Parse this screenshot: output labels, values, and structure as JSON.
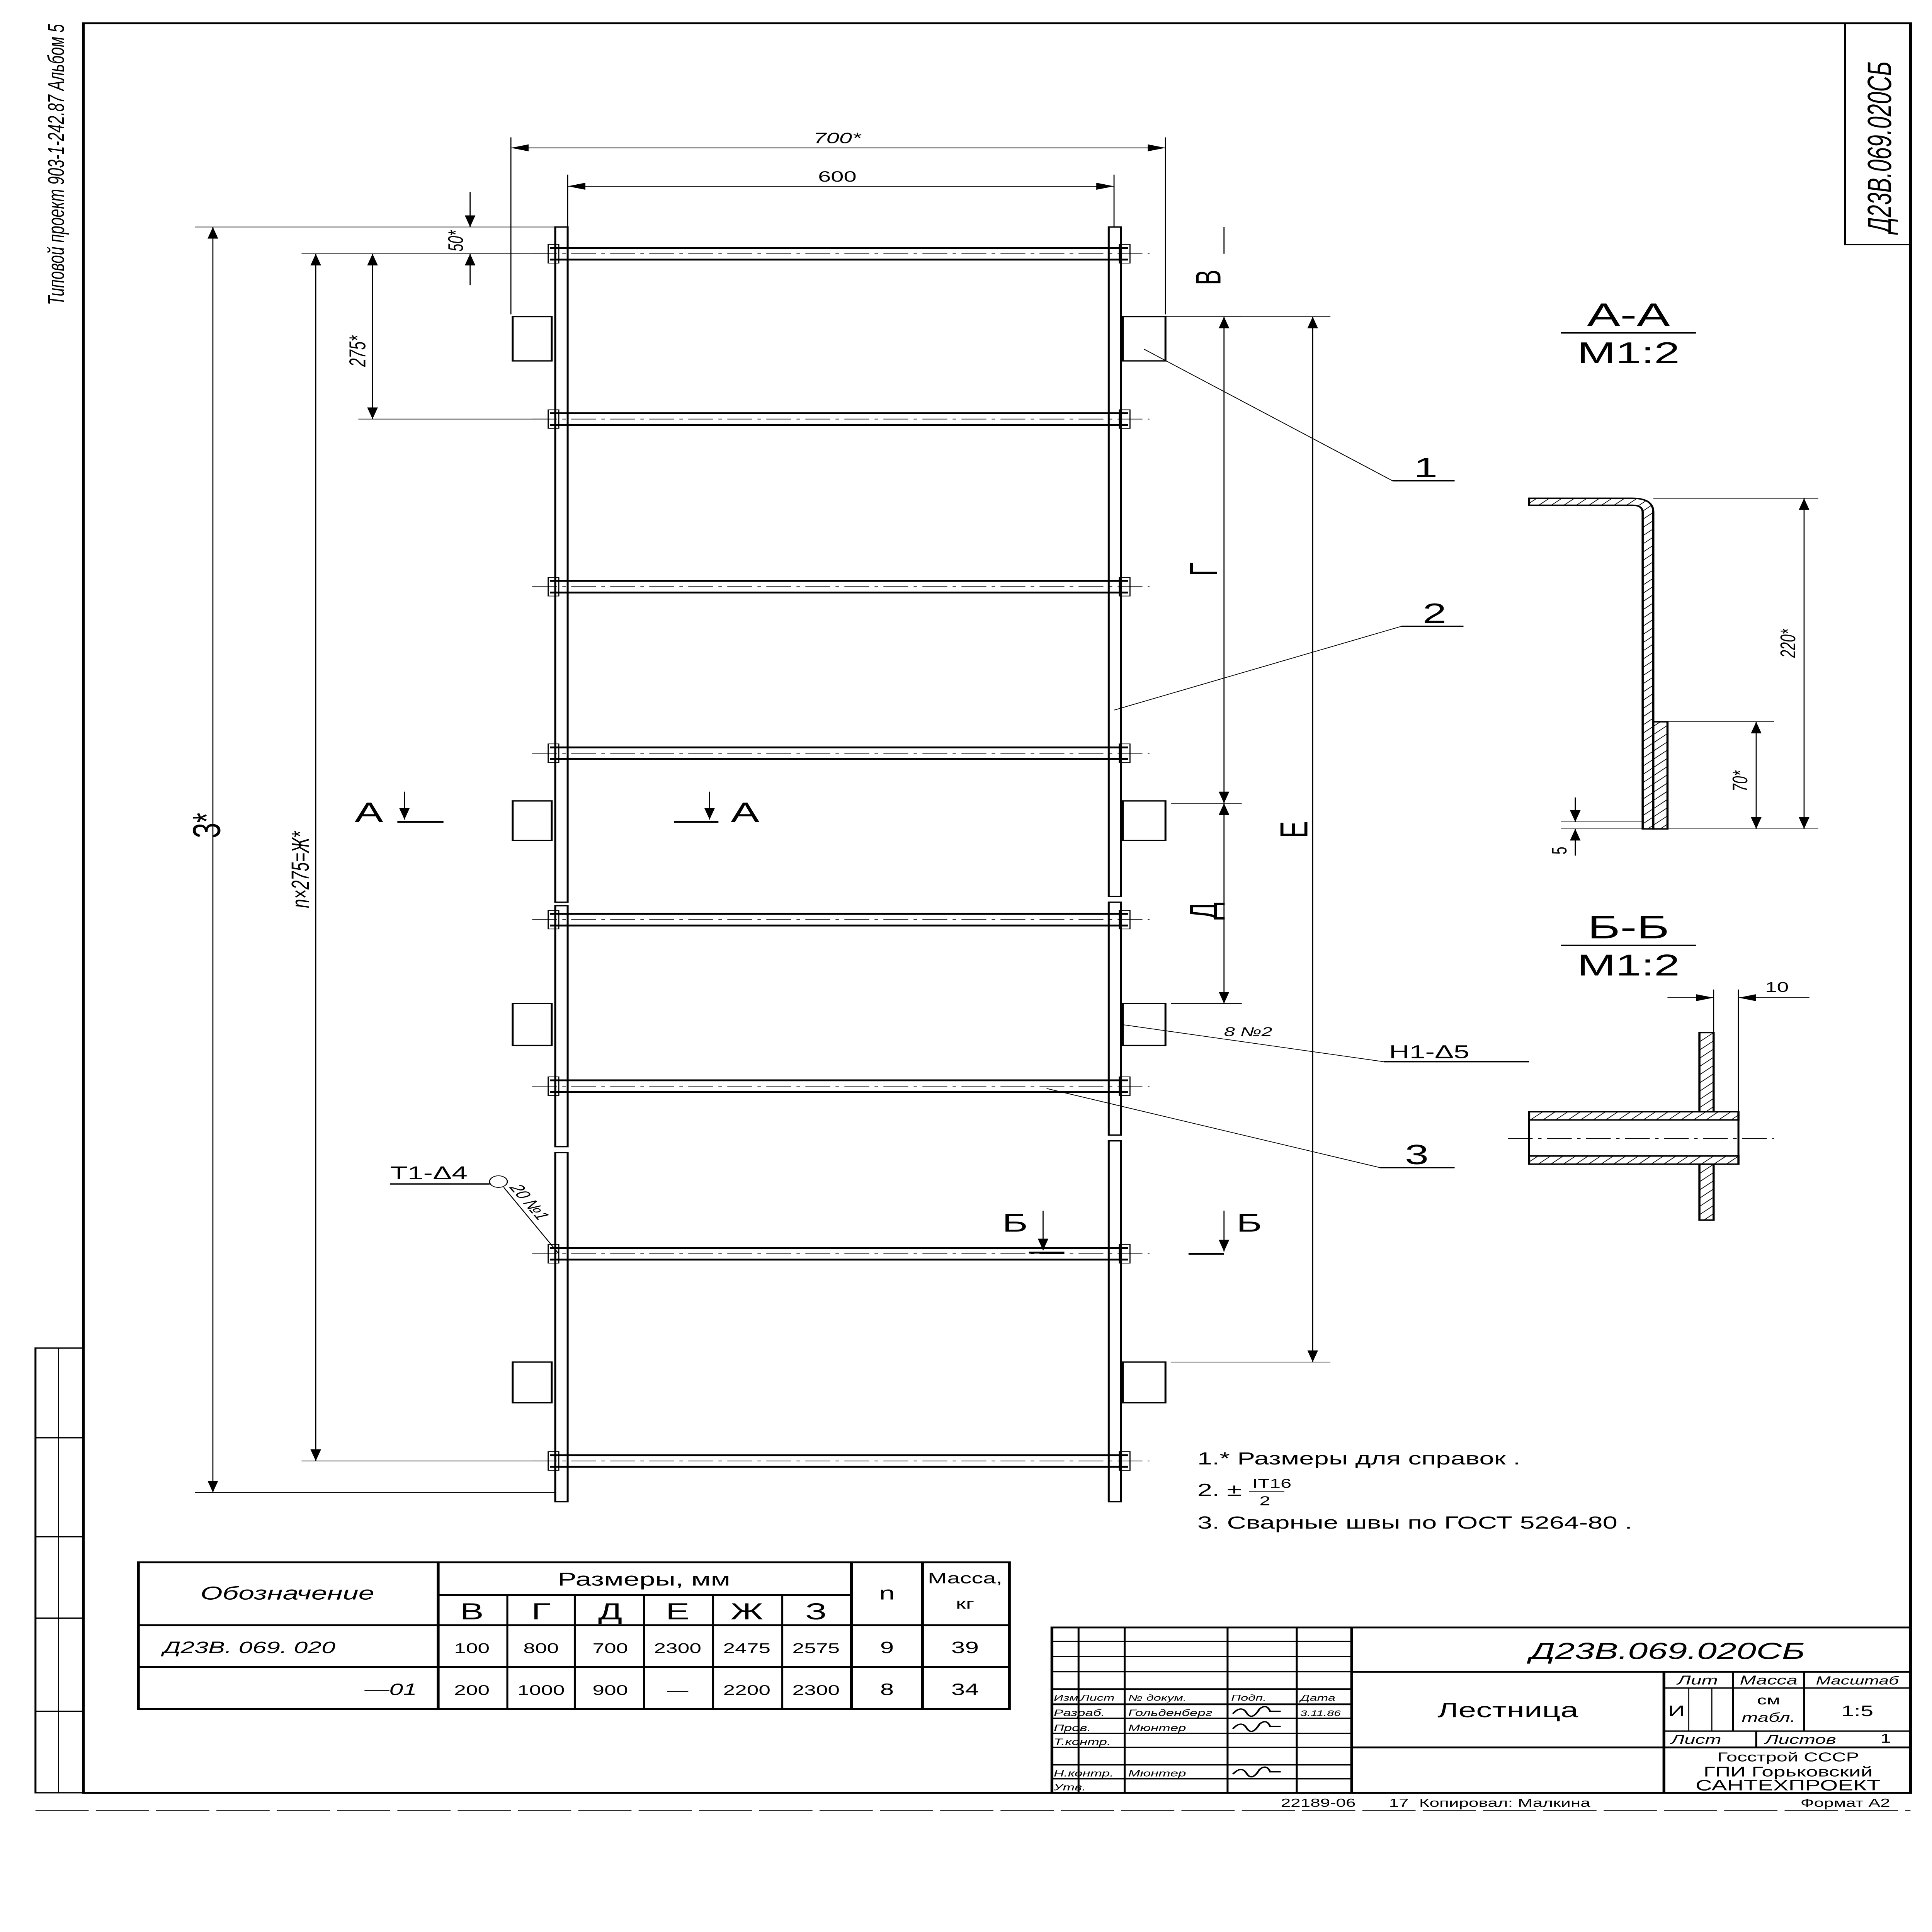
{
  "margin_text": "Типовой проект 903-1-242.87   Альбом 5",
  "stamp_code": "Д23В.069.020СБ",
  "drawing": {
    "dims": {
      "overall_width": "700*",
      "inner_width": "600",
      "top_offset": "50*",
      "pitch": "275*",
      "rung_span": "n×275=Ж*",
      "total_height": "З*",
      "v": "В",
      "g": "Г",
      "d": "Д",
      "e": "Е"
    },
    "callouts": {
      "item1": "1",
      "item2": "2",
      "item3": "3"
    },
    "weld_1": {
      "code": "Т1-Δ4",
      "length": "20 №1"
    },
    "weld_2": {
      "code": "Н1-Δ5",
      "length": "8 №2"
    },
    "section_marks": {
      "a": "А",
      "b": "Б"
    },
    "section_aa": {
      "title": "А-А",
      "scale": "М1:2",
      "height": "220*",
      "lower": "70*",
      "thickness": "5"
    },
    "section_bb": {
      "title": "Б-Б",
      "scale": "М1:2",
      "offset": "10"
    }
  },
  "notes": {
    "n1": "1.* Размеры   для   справок .",
    "n2_prefix": "2. ±",
    "n2_num": "IT16",
    "n2_den": "2",
    "n3": "3. Сварные   швы  по ГОСТ 5264-80 ."
  },
  "table": {
    "col_designation": "Обозначение",
    "col_sizes": "Размеры, мм",
    "size_letters": [
      "В",
      "Г",
      "Д",
      "Е",
      "Ж",
      "З"
    ],
    "col_n": "n",
    "col_mass": "Масса,",
    "col_mass_unit": "кг",
    "rows": [
      {
        "designation": "Д23В. 069. 020",
        "values": [
          "100",
          "800",
          "700",
          "2300",
          "2475",
          "2575"
        ],
        "n": "9",
        "mass": "39"
      },
      {
        "designation": "—01",
        "values": [
          "200",
          "1000",
          "900",
          "—",
          "2200",
          "2300"
        ],
        "n": "8",
        "mass": "34"
      }
    ]
  },
  "title_block": {
    "code": "Д23В.069.020СБ",
    "title": "Лестница",
    "headers": [
      "Изм.",
      "Лист",
      "№ докум.",
      "Подп.",
      "Дата"
    ],
    "roles": [
      {
        "role": "Разраб.",
        "name": "Гольденберг",
        "date": "3.11.86"
      },
      {
        "role": "Пров.",
        "name": "Мюнтер",
        "date": ""
      },
      {
        "role": "Т.контр.",
        "name": "",
        "date": ""
      },
      {
        "role": "Н.контр.",
        "name": "Мюнтер",
        "date": ""
      },
      {
        "role": "Утв.",
        "name": "",
        "date": ""
      }
    ],
    "lit_label": "Лит",
    "mass_label": "Масса",
    "scale_label": "Масштаб",
    "lit_value": "И",
    "mass_value_1": "см",
    "mass_value_2": "табл.",
    "scale_value": "1:5",
    "sheet_label": "Лист",
    "sheets_label": "Листов",
    "sheets_value": "1",
    "org_1": "Госстрой СССР",
    "org_2": "ГПИ Горьковский",
    "org_3": "САНТЕХПРОЕКТ"
  },
  "footer": {
    "number": "22189-06",
    "sheet_no": "17",
    "copied_by": "Копировал: Малкина",
    "format": "Формат А2"
  }
}
